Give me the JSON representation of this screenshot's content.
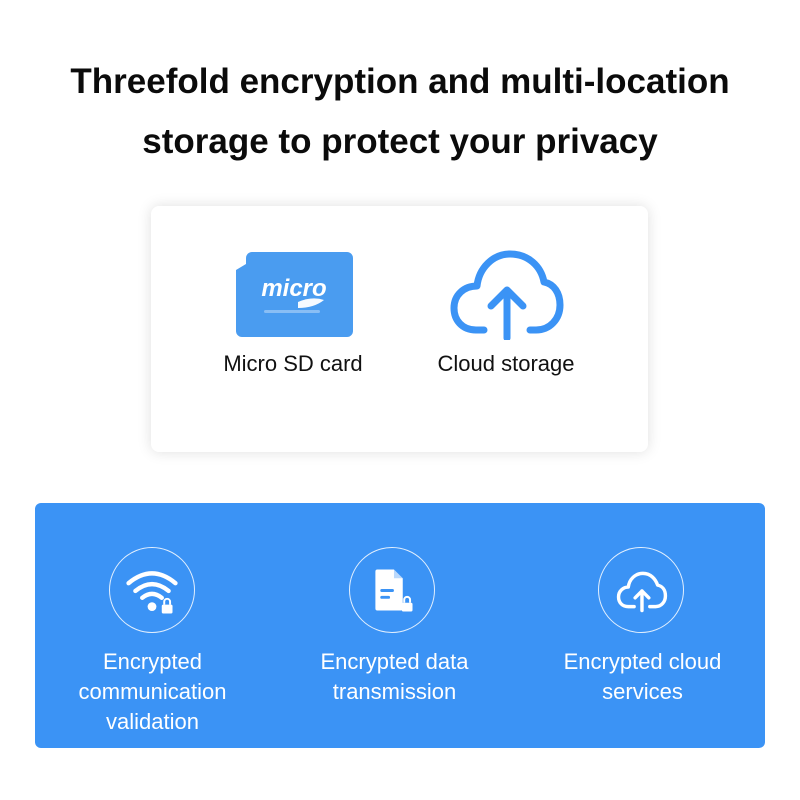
{
  "headline": {
    "line1": "Threefold encryption and multi-location",
    "line2": "storage to protect your privacy"
  },
  "storage": {
    "items": [
      {
        "label": "Micro SD card",
        "icon": "micro-sd-card-icon",
        "icon_text": "micro"
      },
      {
        "label": "Cloud storage",
        "icon": "cloud-upload-icon"
      }
    ]
  },
  "security": {
    "features": [
      {
        "label_line1": "Encrypted",
        "label_line2": "communication",
        "label_line3": "validation",
        "icon": "wifi-lock-icon"
      },
      {
        "label_line1": "Encrypted data",
        "label_line2": "transmission",
        "icon": "document-lock-icon"
      },
      {
        "label_line1": "Encrypted cloud",
        "label_line2": "services",
        "icon": "cloud-upload-icon"
      }
    ]
  },
  "colors": {
    "accent_blue": "#3b93f5",
    "sd_card_blue": "#4a9cf0",
    "headline_text": "#0b0b0b",
    "background": "#ffffff"
  }
}
